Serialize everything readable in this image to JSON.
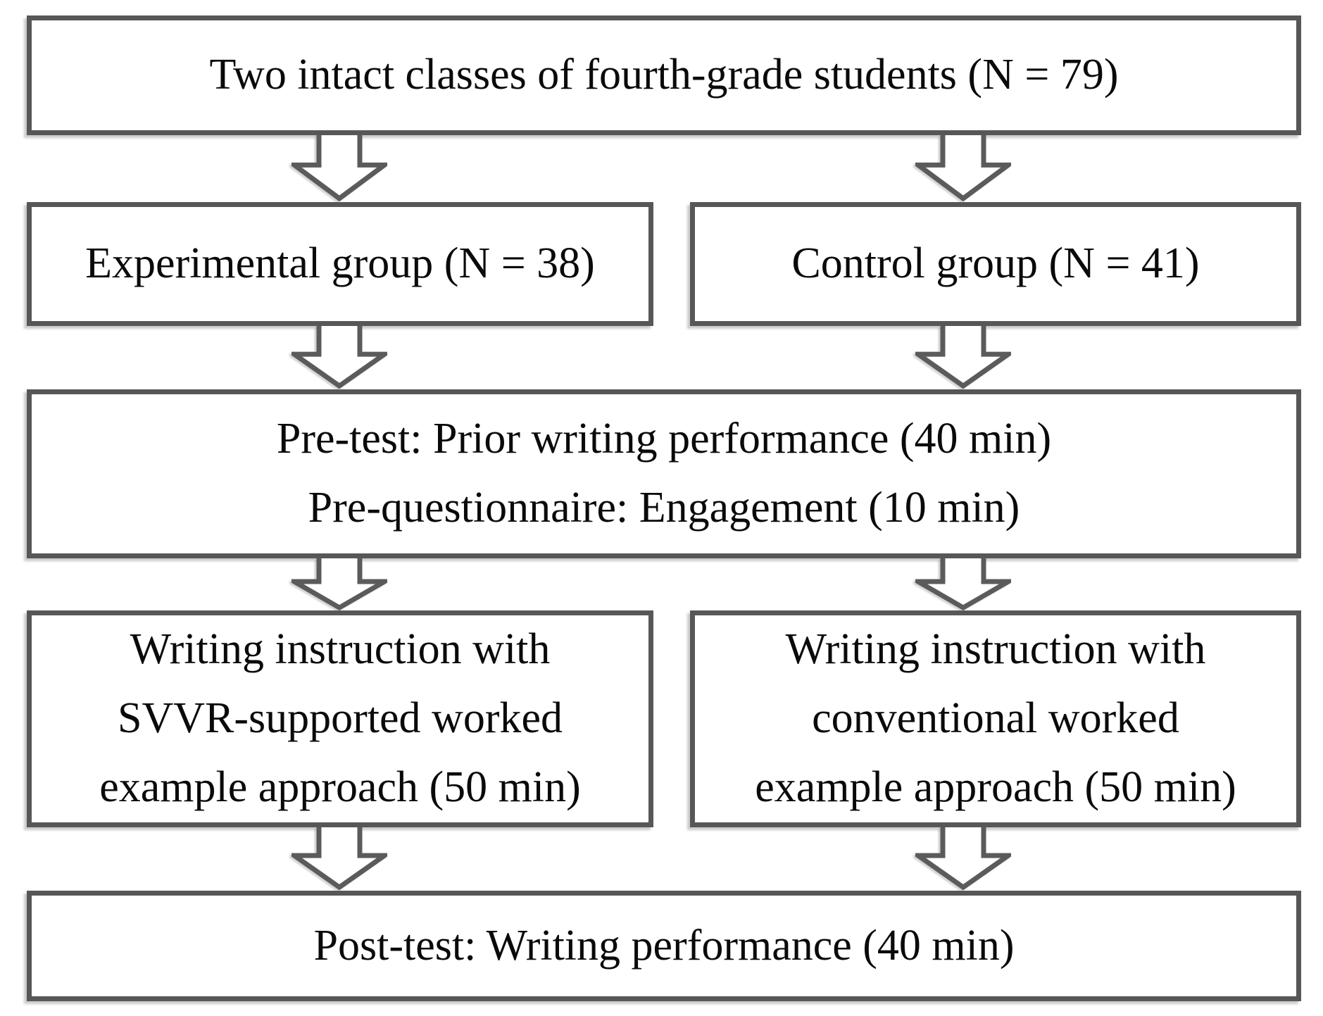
{
  "diagram": {
    "description": "Experimental procedure flowchart",
    "boxes": {
      "population": {
        "text": "Two intact classes of fourth-grade students (N = 79)"
      },
      "experimental_group": {
        "text": "Experimental group (N = 38)"
      },
      "control_group": {
        "text": "Control group (N = 41)"
      },
      "pretest": {
        "line1": "Pre-test: Prior writing performance (40 min)",
        "line2": "Pre-questionnaire: Engagement (10 min)"
      },
      "svvr_instruction": {
        "line1": "Writing instruction with",
        "line2": "SVVR-supported worked",
        "line3": "example approach (50 min)"
      },
      "conventional_instruction": {
        "line1": "Writing instruction with",
        "line2": "conventional worked",
        "line3": "example approach (50 min)"
      },
      "posttest": {
        "text": "Post-test: Writing performance (40 min)"
      }
    },
    "colors": {
      "border": "#57575a",
      "text": "#0a0a0a",
      "background": "#ffffff",
      "box_fill": "#ffffff",
      "arrow_outline": "#5b5b5b",
      "arrow_fill": "#ffffff"
    }
  }
}
